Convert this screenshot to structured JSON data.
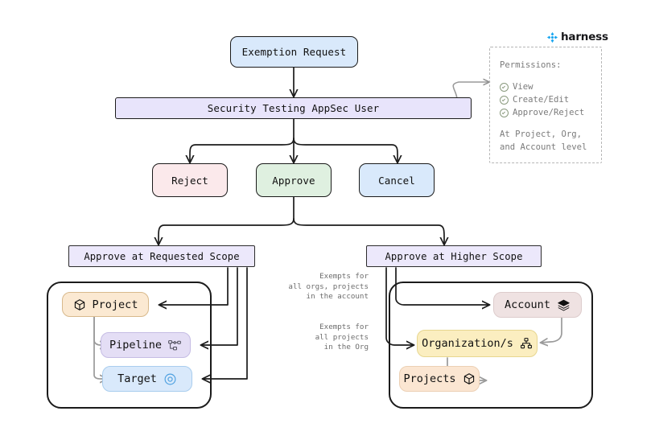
{
  "logo": {
    "name": "harness",
    "icon": "harness-logo-icon",
    "color": "#1aa6f0"
  },
  "flow": {
    "start": {
      "label": "Exemption Request",
      "fill": "#d9e9fb"
    },
    "actor": {
      "label": "Security Testing AppSec User",
      "fill": "#e8e4fb"
    },
    "actions": [
      {
        "id": "reject",
        "label": "Reject",
        "fill": "#fbe9eb"
      },
      {
        "id": "approve",
        "label": "Approve",
        "fill": "#dff0e0"
      },
      {
        "id": "cancel",
        "label": "Cancel",
        "fill": "#d9e9fb"
      }
    ],
    "scopes": [
      {
        "id": "requested",
        "label": "Approve at Requested Scope",
        "fill": "#ece8fb"
      },
      {
        "id": "higher",
        "label": "Approve at Higher Scope",
        "fill": "#ece8fb"
      }
    ]
  },
  "permissions": {
    "title": "Permissions:",
    "items": [
      {
        "label": "View",
        "icon": "check-circle-icon"
      },
      {
        "label": "Create/Edit",
        "icon": "check-circle-icon"
      },
      {
        "label": "Approve/Reject",
        "icon": "check-circle-icon"
      }
    ],
    "footer_line1": "At Project, Org,",
    "footer_line2": "and Account level"
  },
  "requested_scope_group": {
    "nodes": [
      {
        "id": "project",
        "label": "Project",
        "icon": "cube-icon",
        "icon_side": "left",
        "fill": "#fbe9d2"
      },
      {
        "id": "pipeline",
        "label": "Pipeline",
        "icon": "pipeline-icon",
        "icon_side": "right",
        "fill": "#e4def5"
      },
      {
        "id": "target",
        "label": "Target",
        "icon": "target-icon",
        "icon_side": "right",
        "fill": "#d9e9fb"
      }
    ]
  },
  "higher_scope_group": {
    "nodes": [
      {
        "id": "account",
        "label": "Account",
        "icon": "layers-icon",
        "icon_side": "right",
        "fill": "#efe2e2"
      },
      {
        "id": "org",
        "label": "Organization/s",
        "icon": "orgchart-icon",
        "icon_side": "right",
        "fill": "#fbeec0"
      },
      {
        "id": "projects",
        "label": "Projects",
        "icon": "cube-icon",
        "icon_side": "right",
        "fill": "#fbe6d2"
      }
    ],
    "edge_labels": [
      {
        "id": "account-exempt",
        "text": "Exempts for\nall orgs, projects\nin the account"
      },
      {
        "id": "org-exempt",
        "text": "Exempts for\nall projects\nin the Org"
      }
    ]
  }
}
